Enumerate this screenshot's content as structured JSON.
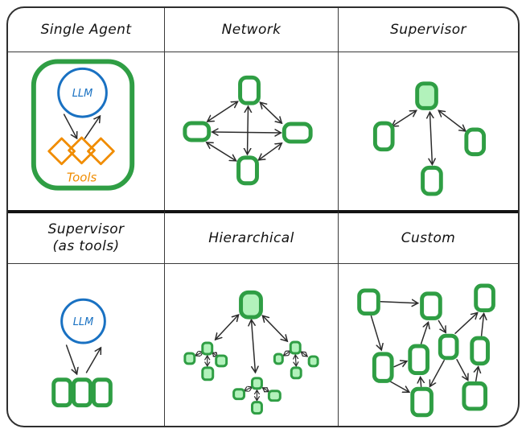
{
  "figure": {
    "description": "Multi-agent architecture comparison grid"
  },
  "palette": {
    "green": "#2f9e44",
    "green_fill": "#b2f2bb",
    "blue": "#1971c2",
    "orange": "#f08c00",
    "ink": "#2b2b2b",
    "line": "#3a3a3a",
    "divider": "#141414",
    "paper": "#ffffff"
  },
  "cells": {
    "single_agent": {
      "title": "Single Agent",
      "llm_label": "LLM",
      "tools_label": "Tools"
    },
    "network": {
      "title": "Network"
    },
    "supervisor": {
      "title": "Supervisor"
    },
    "supervisor_as_tools": {
      "title_line1": "Supervisor",
      "title_line2": "(as tools)",
      "llm_label": "LLM"
    },
    "hierarchical": {
      "title": "Hierarchical"
    },
    "custom": {
      "title": "Custom"
    }
  }
}
